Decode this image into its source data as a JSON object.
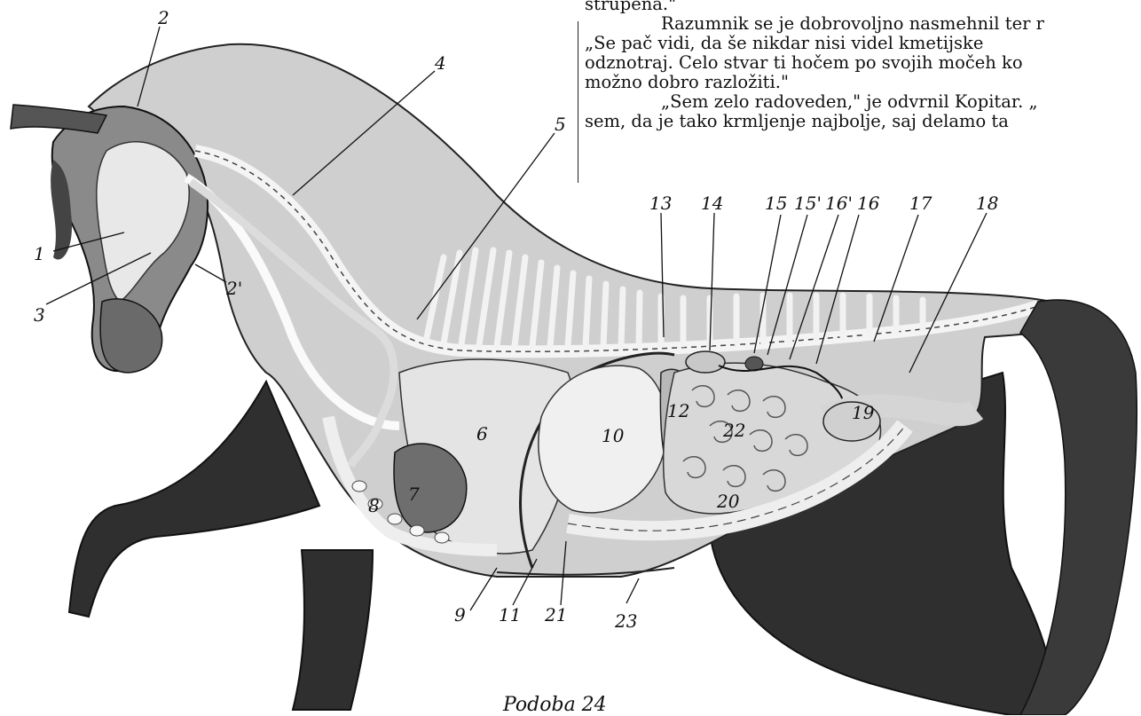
{
  "text_lines": [
    "strupena.\"",
    "Razumnik se je dobrovoljno nasmehnil ter r",
    "„Se pač vidi, da še nikdar nisi videl kmetijske",
    "odznotraj. Celo stvar ti hočem po svojih močeh ko",
    "možno dobro razložiti.\"",
    "„Sem zelo radoveden,\" je odvrnil Kopitar. „",
    "sem, da je tako krmljenje najbolje, saj delamo ta"
  ],
  "figure": {
    "callouts": {
      "c1": "1",
      "c2": "2",
      "c2p": "2'",
      "c3": "3",
      "c4": "4",
      "c5": "5",
      "c9": "9",
      "c11": "11",
      "c13": "13",
      "c14": "14",
      "c15": "15",
      "c15p": "15'",
      "c16p": "16'",
      "c16": "16",
      "c17": "17",
      "c18": "18",
      "c21": "21",
      "c23": "23"
    },
    "organ_labels": {
      "o6": "6",
      "o7": "7",
      "o8": "8",
      "o10": "10",
      "o12": "12",
      "o19": "19",
      "o20": "20",
      "o22": "22"
    }
  },
  "caption": "Podoba 24"
}
